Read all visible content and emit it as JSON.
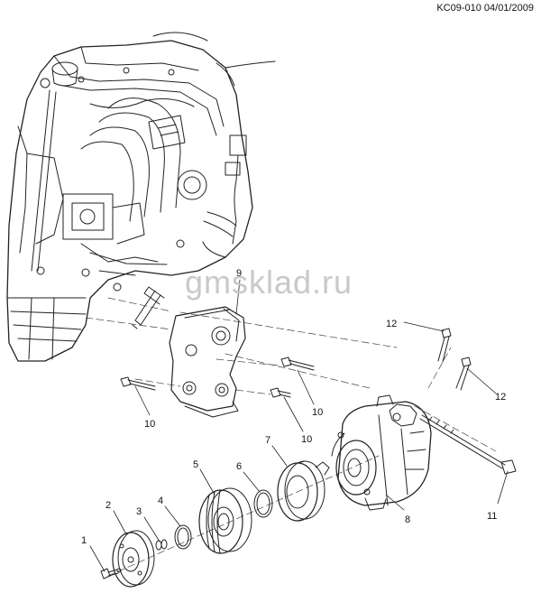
{
  "header": {
    "doc_code": "KC09-010 04/01/2009"
  },
  "watermark": {
    "text": "gmsklad.ru"
  },
  "callouts": [
    {
      "id": "1",
      "label": "1"
    },
    {
      "id": "2",
      "label": "2"
    },
    {
      "id": "3",
      "label": "3"
    },
    {
      "id": "4",
      "label": "4"
    },
    {
      "id": "5",
      "label": "5"
    },
    {
      "id": "6",
      "label": "6"
    },
    {
      "id": "7",
      "label": "7"
    },
    {
      "id": "8",
      "label": "8"
    },
    {
      "id": "9",
      "label": "9"
    },
    {
      "id": "10a",
      "label": "10"
    },
    {
      "id": "10b",
      "label": "10"
    },
    {
      "id": "10c",
      "label": "10"
    },
    {
      "id": "11",
      "label": "11"
    },
    {
      "id": "12a",
      "label": "12"
    },
    {
      "id": "12b",
      "label": "12"
    }
  ]
}
